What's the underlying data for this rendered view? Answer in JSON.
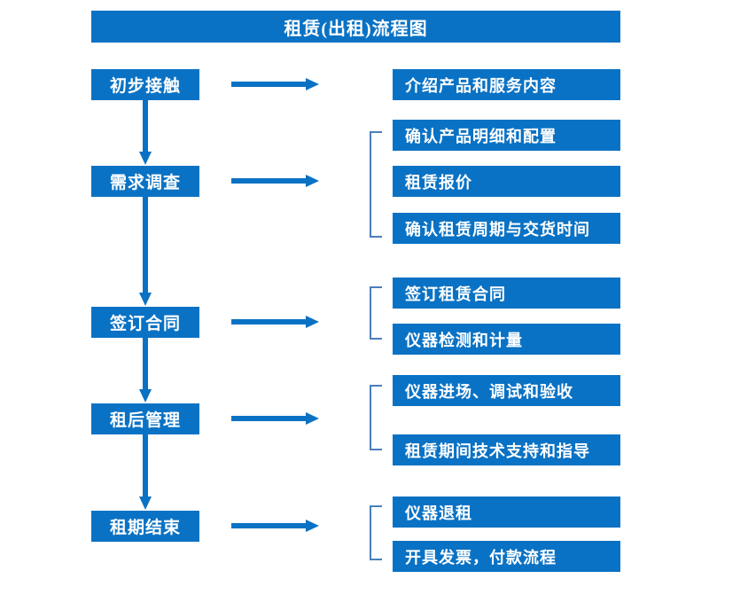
{
  "title": "租赁(出租)流程图",
  "colors": {
    "box_blue": "#0a72c4",
    "bracket_blue": "#4a7ebc",
    "text_white": "#ffffff",
    "background": "#ffffff"
  },
  "stages": [
    {
      "label": "初步接触"
    },
    {
      "label": "需求调查"
    },
    {
      "label": "签订合同"
    },
    {
      "label": "租后管理"
    },
    {
      "label": "租期结束"
    }
  ],
  "details": [
    {
      "label": "介绍产品和服务内容"
    },
    {
      "label": "确认产品明细和配置"
    },
    {
      "label": "租赁报价"
    },
    {
      "label": "确认租赁周期与交货时间"
    },
    {
      "label": "签订租赁合同"
    },
    {
      "label": "仪器检测和计量"
    },
    {
      "label": "仪器进场、调试和验收"
    },
    {
      "label": "租赁期间技术支持和指导"
    },
    {
      "label": "仪器退租"
    },
    {
      "label": "开具发票，付款流程"
    }
  ],
  "flow": {
    "stage_to_detail_arrows": 5,
    "stage_to_stage_arrows": 4,
    "group_brackets": 4
  }
}
